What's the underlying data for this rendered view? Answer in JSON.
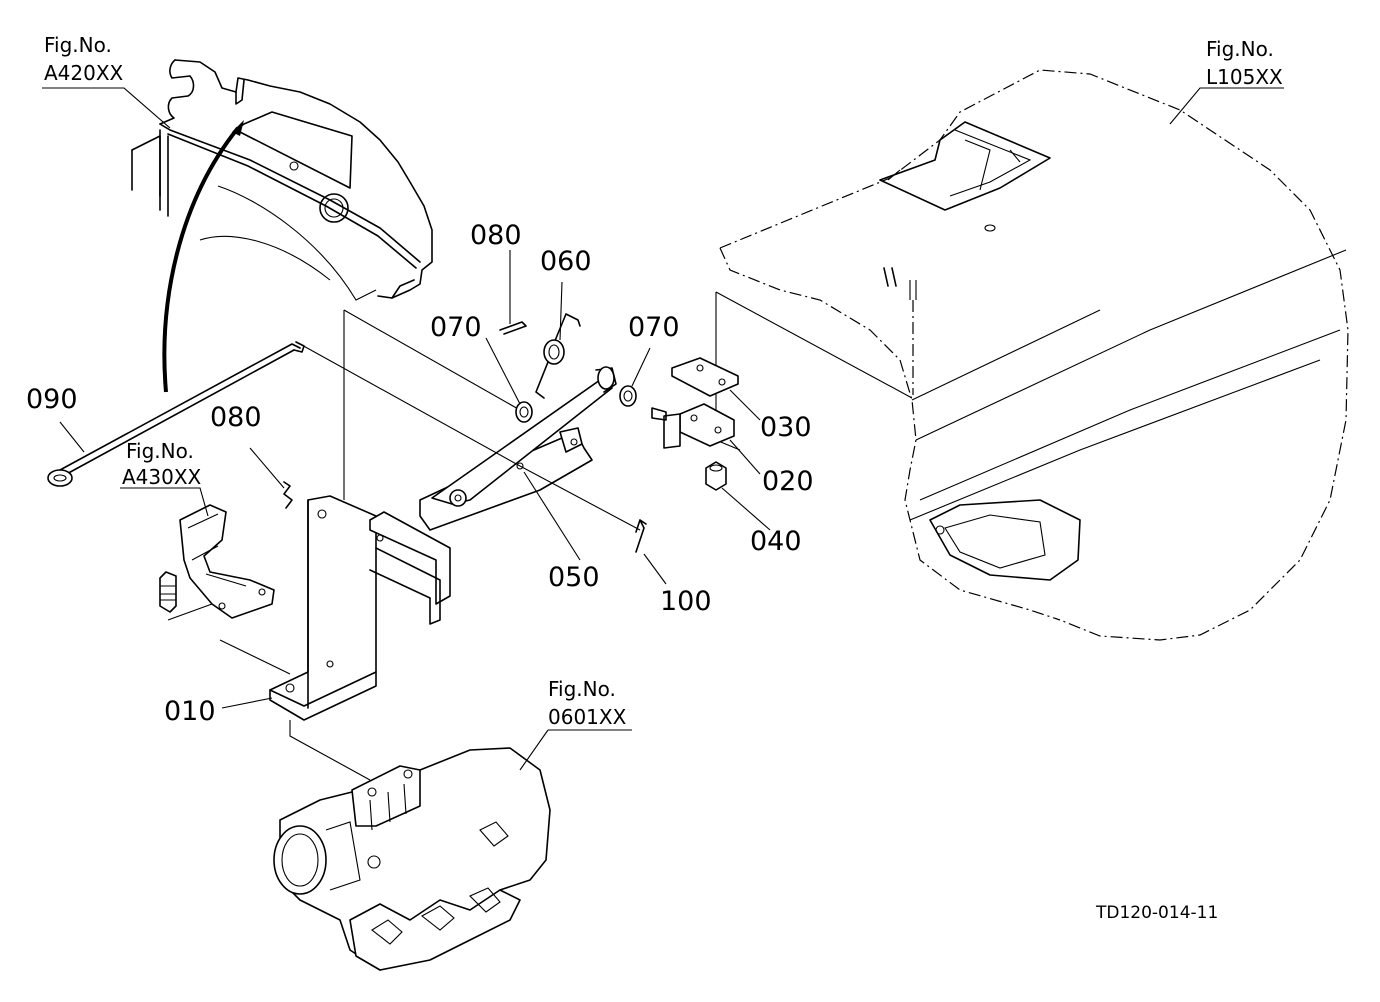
{
  "figure_refs": [
    {
      "label": "Fig.No.",
      "code": "A420XX"
    },
    {
      "label": "Fig.No.",
      "code": "L105XX"
    },
    {
      "label": "Fig.No.",
      "code": "A430XX"
    },
    {
      "label": "Fig.No.",
      "code": "0601XX"
    }
  ],
  "part_numbers": [
    "010",
    "020",
    "030",
    "040",
    "050",
    "060",
    "070",
    "070",
    "080",
    "080",
    "090",
    "100"
  ],
  "drawing_code": "TD120-014-11"
}
